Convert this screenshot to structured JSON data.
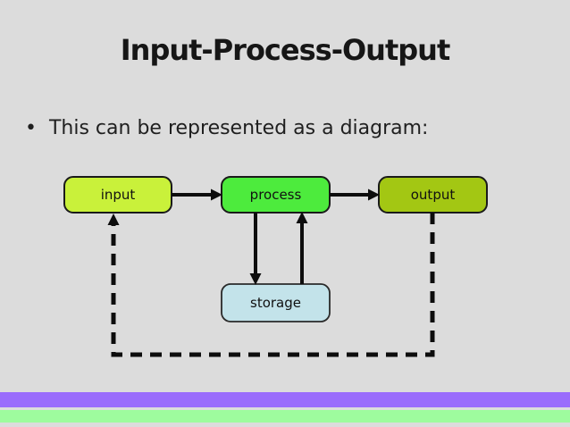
{
  "background": "#dcdcdc",
  "slide": {
    "title": "Input-Process-Output",
    "bullet_marker": "•",
    "bullet_text": "This can be represented as a diagram:"
  },
  "diagram": {
    "boxes": {
      "input": {
        "label": "input",
        "fill": "#c9f13a",
        "stroke": "#1a1a1a"
      },
      "process": {
        "label": "process",
        "fill": "#4deb3d",
        "stroke": "#1a1a1a"
      },
      "output": {
        "label": "output",
        "fill": "#a3c713",
        "stroke": "#1a1a1a"
      },
      "storage": {
        "label": "storage",
        "fill": "#c3e3ea",
        "stroke": "#2a2a2a"
      }
    },
    "arrow_color": "#0d0d0d"
  },
  "footer": {
    "purple_stripe": "#9a6cfc",
    "green_stripe": "#9efc9e"
  }
}
